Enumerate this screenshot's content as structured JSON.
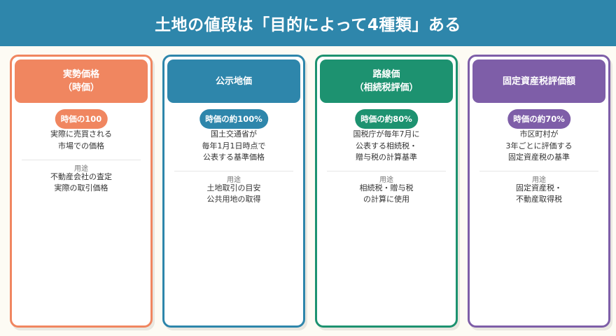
{
  "title": "土地の値段は「目的によって4種類」ある",
  "usage_label": "用途",
  "cards": [
    {
      "color": "#f08660",
      "name_lines": [
        "実勢価格",
        "（時価）"
      ],
      "pill": "時価の100",
      "desc_lines": [
        "実際に売買される",
        "市場での価格"
      ],
      "usage_lines": [
        "不動産会社の査定",
        "実際の取引価格"
      ]
    },
    {
      "color": "#2e86ab",
      "name_lines": [
        "公示地価"
      ],
      "pill": "時価の約100%",
      "desc_lines": [
        "国土交通省が",
        "毎年1月1日時点で",
        "公表する基準価格"
      ],
      "usage_lines": [
        "土地取引の目安",
        "公共用地の取得"
      ]
    },
    {
      "color": "#1d9270",
      "name_lines": [
        "路線価",
        "（相続税評価）"
      ],
      "pill": "時価の約80%",
      "desc_lines": [
        "国税庁が毎年7月に",
        "公表する相続税・",
        "贈与税の計算基準"
      ],
      "usage_lines": [
        "相続税・贈与税",
        "の計算に使用"
      ]
    },
    {
      "color": "#7e5ea8",
      "name_lines": [
        "固定資産税評価額"
      ],
      "pill": "時価の約70%",
      "desc_lines": [
        "市区町村が",
        "3年ごとに評価する",
        "固定資産税の基準"
      ],
      "usage_lines": [
        "固定資産税・",
        "不動産取得税"
      ]
    }
  ]
}
